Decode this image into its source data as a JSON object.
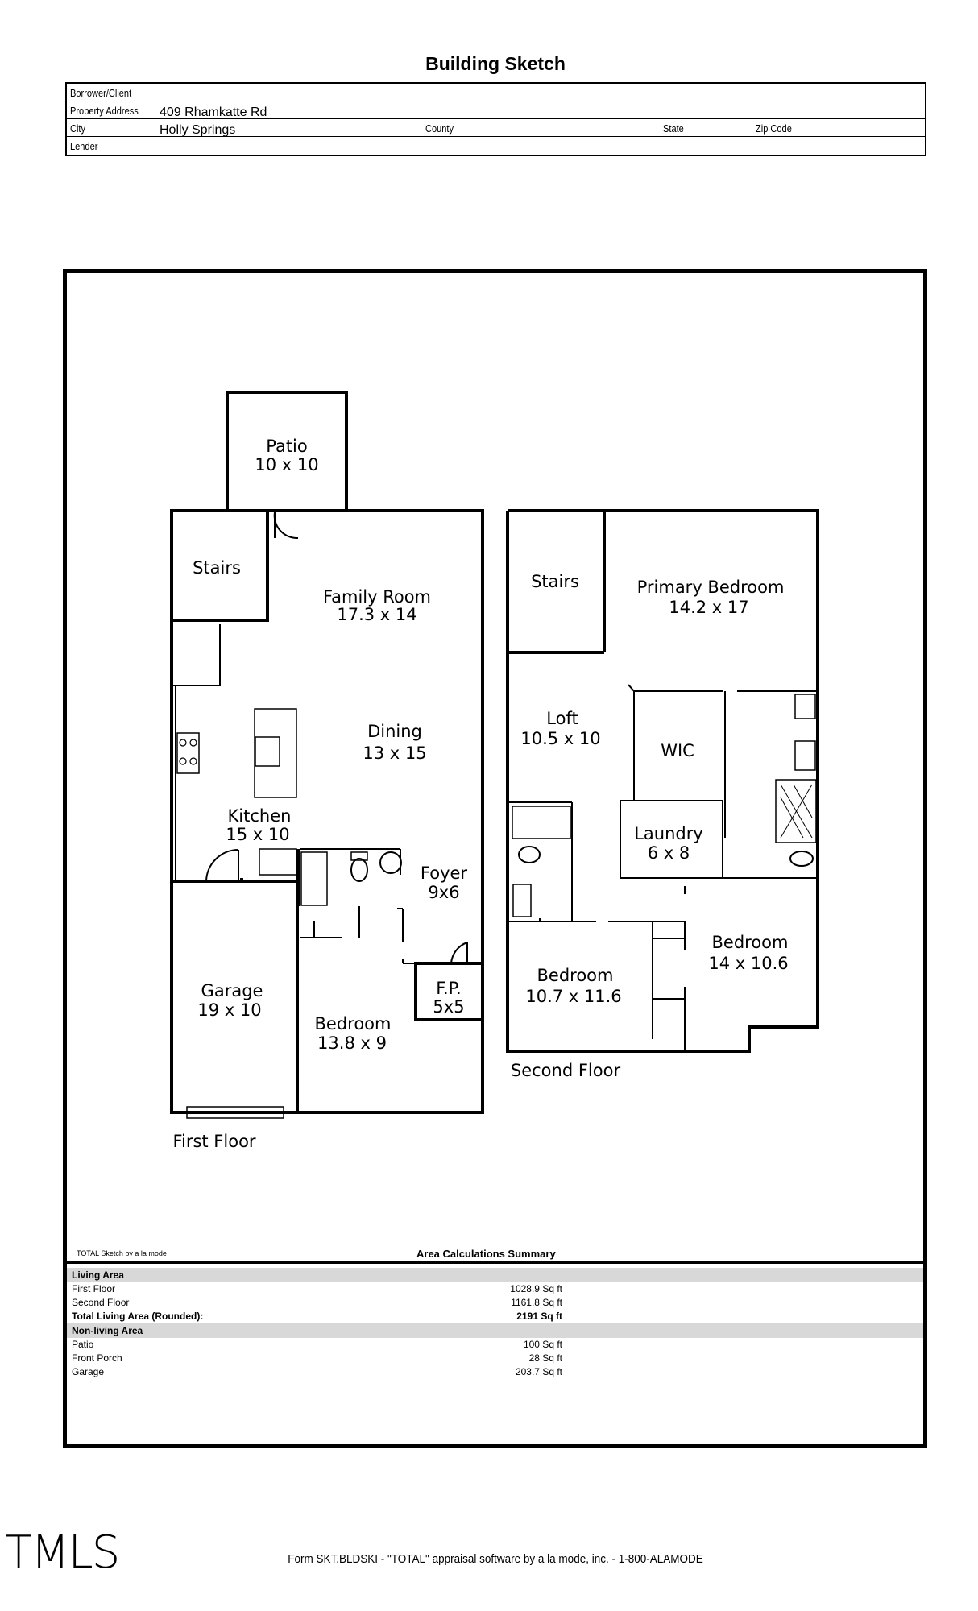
{
  "title": "Building Sketch",
  "header": {
    "borrower_label": "Borrower/Client",
    "address_label": "Property Address",
    "address_value": "409 Rhamkatte Rd",
    "city_label": "City",
    "city_value": "Holly Springs",
    "county_label": "County",
    "state_label": "State",
    "zip_label": "Zip Code",
    "lender_label": "Lender"
  },
  "first_floor": {
    "label": "First Floor",
    "rooms": {
      "patio": {
        "name": "Patio",
        "dims": "10 x 10"
      },
      "stairs": {
        "name": "Stairs"
      },
      "family": {
        "name": "Family Room",
        "dims": "17.3 x 14"
      },
      "dining": {
        "name": "Dining",
        "dims": "13 x 15"
      },
      "kitchen": {
        "name": "Kitchen",
        "dims": "15 x 10"
      },
      "foyer": {
        "name": "Foyer",
        "dims": "9x6"
      },
      "fp": {
        "name": "F.P.",
        "dims": "5x5"
      },
      "garage": {
        "name": "Garage",
        "dims": "19 x 10"
      },
      "bedroom": {
        "name": "Bedroom",
        "dims": "13.8 x 9"
      }
    }
  },
  "second_floor": {
    "label": "Second Floor",
    "rooms": {
      "stairs": {
        "name": "Stairs"
      },
      "primary": {
        "name": "Primary Bedroom",
        "dims": "14.2 x 17"
      },
      "loft": {
        "name": "Loft",
        "dims": "10.5 x 10"
      },
      "wic": {
        "name": "WIC"
      },
      "laundry": {
        "name": "Laundry",
        "dims": "6 x 8"
      },
      "bedroom_a": {
        "name": "Bedroom",
        "dims": "10.7 x 11.6"
      },
      "bedroom_b": {
        "name": "Bedroom",
        "dims": "14 x 10.6"
      }
    }
  },
  "sketch_credit": "TOTAL Sketch by a la mode",
  "summary": {
    "title": "Area Calculations Summary",
    "living_header": "Living Area",
    "living": [
      {
        "label": "First Floor",
        "value": "1028.9 Sq ft"
      },
      {
        "label": "Second Floor",
        "value": "1161.8 Sq ft"
      }
    ],
    "total": {
      "label": "Total Living Area (Rounded):",
      "value": "2191 Sq ft"
    },
    "nonliving_header": "Non-living Area",
    "nonliving": [
      {
        "label": "Patio",
        "value": "100 Sq ft"
      },
      {
        "label": "Front Porch",
        "value": "28 Sq ft"
      },
      {
        "label": "Garage",
        "value": "203.7 Sq ft"
      }
    ]
  },
  "logo": "TMLS",
  "footer": "Form SKT.BLDSKI - \"TOTAL\" appraisal software by a la mode, inc. - 1-800-ALAMODE"
}
